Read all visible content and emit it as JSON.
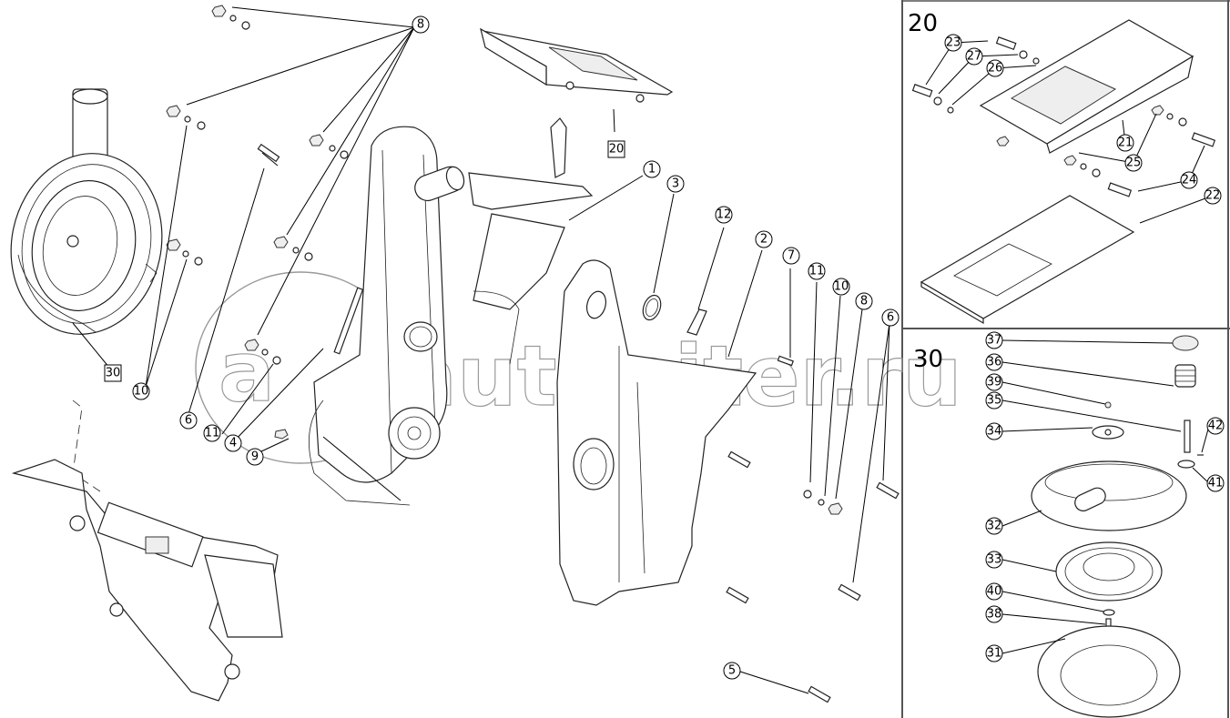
{
  "diagram": {
    "type": "exploded-parts-diagram",
    "watermark": "autopiter.ru",
    "main_callouts": [
      {
        "id": "1",
        "label": "1"
      },
      {
        "id": "2",
        "label": "2"
      },
      {
        "id": "3",
        "label": "3"
      },
      {
        "id": "4",
        "label": "4"
      },
      {
        "id": "5",
        "label": "5"
      },
      {
        "id": "6a",
        "label": "6"
      },
      {
        "id": "6b",
        "label": "6"
      },
      {
        "id": "7",
        "label": "7"
      },
      {
        "id": "8a",
        "label": "8"
      },
      {
        "id": "8b",
        "label": "8"
      },
      {
        "id": "9",
        "label": "9"
      },
      {
        "id": "10a",
        "label": "10"
      },
      {
        "id": "10b",
        "label": "10"
      },
      {
        "id": "11a",
        "label": "11"
      },
      {
        "id": "11b",
        "label": "11"
      },
      {
        "id": "12",
        "label": "12"
      }
    ],
    "subassembly_refs": [
      {
        "id": "ref20",
        "label": "20"
      },
      {
        "id": "ref30",
        "label": "30"
      }
    ],
    "panel_20": {
      "title": "20",
      "callouts": [
        "21",
        "22",
        "23",
        "24",
        "25",
        "26",
        "27"
      ]
    },
    "panel_30": {
      "title": "30",
      "callouts": [
        "31",
        "32",
        "33",
        "34",
        "35",
        "36",
        "37",
        "38",
        "39",
        "40",
        "41",
        "42"
      ]
    }
  }
}
